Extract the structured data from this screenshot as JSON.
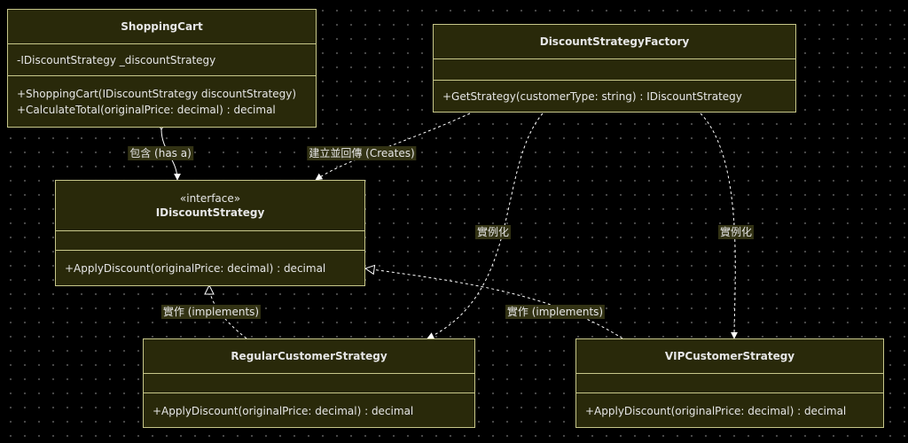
{
  "classes": {
    "shopping_cart": {
      "name": "ShoppingCart",
      "attributes": [
        "-IDiscountStrategy _discountStrategy"
      ],
      "methods": [
        "+ShoppingCart(IDiscountStrategy discountStrategy)",
        "+CalculateTotal(originalPrice: decimal) : decimal"
      ]
    },
    "factory": {
      "name": "DiscountStrategyFactory",
      "attributes": [],
      "methods": [
        "+GetStrategy(customerType: string) : IDiscountStrategy"
      ]
    },
    "idiscount": {
      "stereotype": "«interface»",
      "name": "IDiscountStrategy",
      "attributes": [],
      "methods": [
        "+ApplyDiscount(originalPrice: decimal) : decimal"
      ]
    },
    "regular": {
      "name": "RegularCustomerStrategy",
      "attributes": [],
      "methods": [
        "+ApplyDiscount(originalPrice: decimal) : decimal"
      ]
    },
    "vip": {
      "name": "VIPCustomerStrategy",
      "attributes": [],
      "methods": [
        "+ApplyDiscount(originalPrice: decimal) : decimal"
      ]
    }
  },
  "relations": {
    "has_a": "包含 (has a)",
    "creates": "建立並回傳 (Creates)",
    "instantiate_regular": "實例化",
    "instantiate_vip": "實例化",
    "implements_regular": "實作 (implements)",
    "implements_vip": "實作 (implements)"
  },
  "colors": {
    "background": "#000000",
    "box_fill": "#29290a",
    "box_border": "#c7c78a",
    "label_fill": "#333314",
    "line": "#ffffff"
  }
}
